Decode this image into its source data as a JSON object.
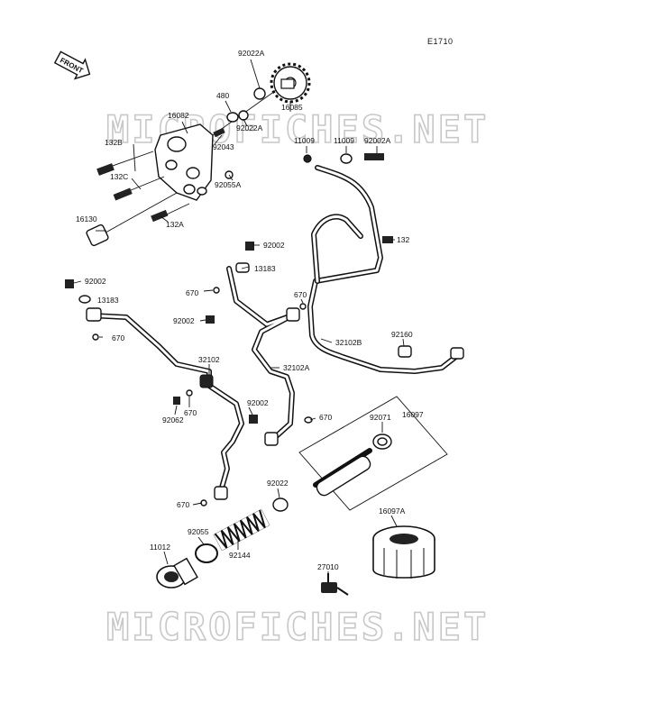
{
  "diagram_code": "E1710",
  "front_arrow_label": "FRONT",
  "watermarks": [
    "MICROFICHES.NET",
    "MICROFICHES.NET"
  ],
  "part_labels": {
    "p92022A_top": "92022A",
    "p480": "480",
    "p16082": "16082",
    "p92022A_mid": "92022A",
    "p16085": "16085",
    "p132B": "132B",
    "p92043": "92043",
    "p132C": "132C",
    "p92055A": "92055A",
    "p16130": "16130",
    "p132A": "132A",
    "p11009_a": "11009",
    "p11009_b": "11009",
    "p92002A": "92002A",
    "p132": "132",
    "p92002_upper": "92002",
    "p13183_upper": "13183",
    "p92002_left": "92002",
    "p13183_left": "13183",
    "p670_a": "670",
    "p670_b": "670",
    "p92002_mid": "92002",
    "p670_left": "670",
    "p32102B": "32102B",
    "p92160": "92160",
    "p32102": "32102",
    "p32102A": "32102A",
    "p670_c": "670",
    "p92062": "92062",
    "p92002_low": "92002",
    "p670_d": "670",
    "p92071": "92071",
    "p16097": "16097",
    "p670_e": "670",
    "p92022": "92022",
    "p92055": "92055",
    "p92144": "92144",
    "p16097A": "16097A",
    "p11012": "11012",
    "p27010": "27010"
  }
}
